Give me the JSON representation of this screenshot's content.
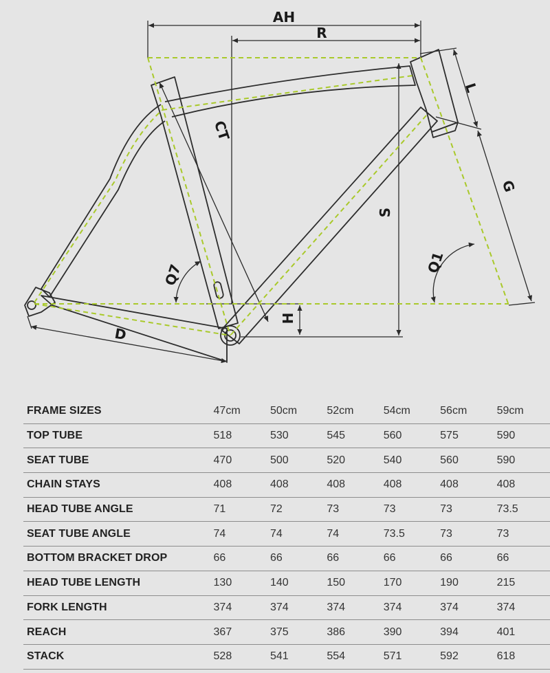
{
  "diagram": {
    "labels": {
      "ah": "AH",
      "r": "R",
      "l": "L",
      "ct": "CT",
      "g": "G",
      "s": "S",
      "q1": "Q1",
      "q7": "Q7",
      "h": "H",
      "d": "D"
    },
    "colors": {
      "frame_outline": "#2d2d2d",
      "geometry_dash": "#a9c92a",
      "dimension_line": "#2b2b2b",
      "background": "#e5e5e5"
    }
  },
  "table": {
    "header": {
      "label": "FRAME SIZES",
      "sizes": [
        "47cm",
        "50cm",
        "52cm",
        "54cm",
        "56cm",
        "59cm"
      ]
    },
    "rows": [
      {
        "label": "TOP TUBE",
        "values": [
          "518",
          "530",
          "545",
          "560",
          "575",
          "590"
        ]
      },
      {
        "label": "SEAT TUBE",
        "values": [
          "470",
          "500",
          "520",
          "540",
          "560",
          "590"
        ]
      },
      {
        "label": "CHAIN STAYS",
        "values": [
          "408",
          "408",
          "408",
          "408",
          "408",
          "408"
        ]
      },
      {
        "label": "HEAD TUBE ANGLE",
        "values": [
          "71",
          "72",
          "73",
          "73",
          "73",
          "73.5"
        ]
      },
      {
        "label": "SEAT TUBE ANGLE",
        "values": [
          "74",
          "74",
          "74",
          "73.5",
          "73",
          "73"
        ]
      },
      {
        "label": "BOTTOM BRACKET DROP",
        "values": [
          "66",
          "66",
          "66",
          "66",
          "66",
          "66"
        ]
      },
      {
        "label": "HEAD TUBE LENGTH",
        "values": [
          "130",
          "140",
          "150",
          "170",
          "190",
          "215"
        ]
      },
      {
        "label": "FORK LENGTH",
        "values": [
          "374",
          "374",
          "374",
          "374",
          "374",
          "374"
        ]
      },
      {
        "label": "REACH",
        "values": [
          "367",
          "375",
          "386",
          "390",
          "394",
          "401"
        ]
      },
      {
        "label": "STACK",
        "values": [
          "528",
          "541",
          "554",
          "571",
          "592",
          "618"
        ]
      }
    ]
  }
}
